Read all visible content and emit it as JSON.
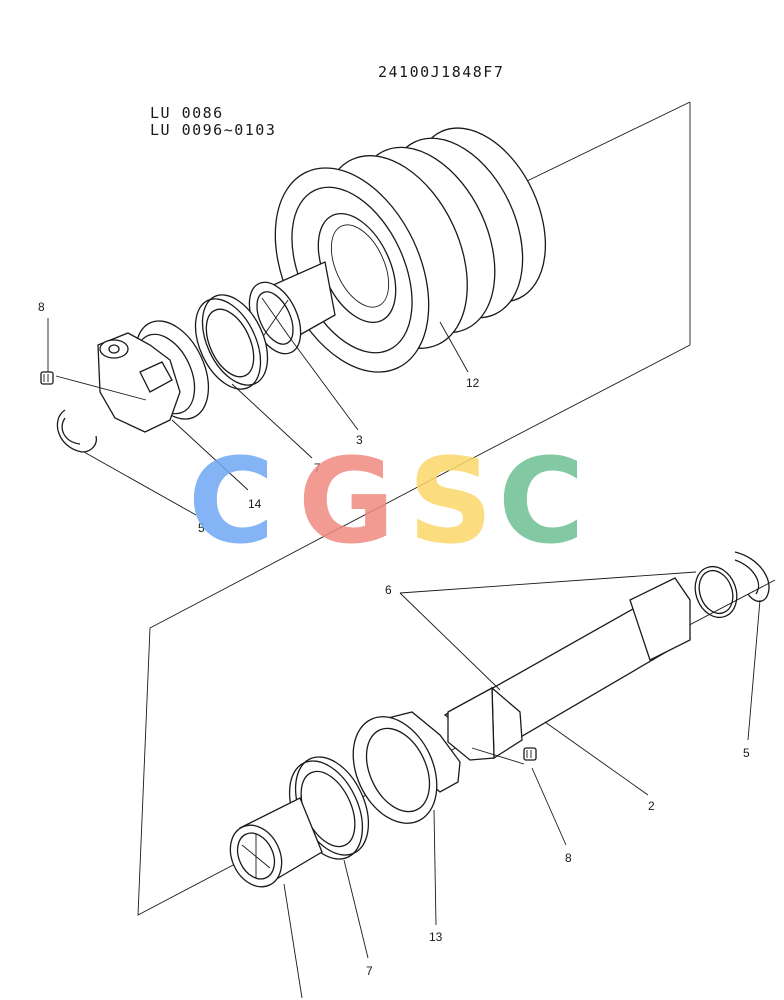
{
  "header": {
    "part_code": "24100J1848F7",
    "serial_line_1": "LU 0086",
    "serial_line_2": "LU 0096~0103"
  },
  "watermark": {
    "letters": [
      {
        "char": "C",
        "color": "#6fa8f5"
      },
      {
        "char": "G",
        "color": "#f08a80"
      },
      {
        "char": "S",
        "color": "#fbd86a"
      },
      {
        "char": "C",
        "color": "#6cbf94"
      }
    ]
  },
  "callouts": {
    "c8_top": "8",
    "c5_left": "5",
    "c14": "14",
    "c7_top": "7",
    "c3": "3",
    "c12": "12",
    "c6": "6",
    "c5_right": "5",
    "c2": "2",
    "c8_bottom": "8",
    "c13": "13",
    "c7_bottom": "7"
  }
}
